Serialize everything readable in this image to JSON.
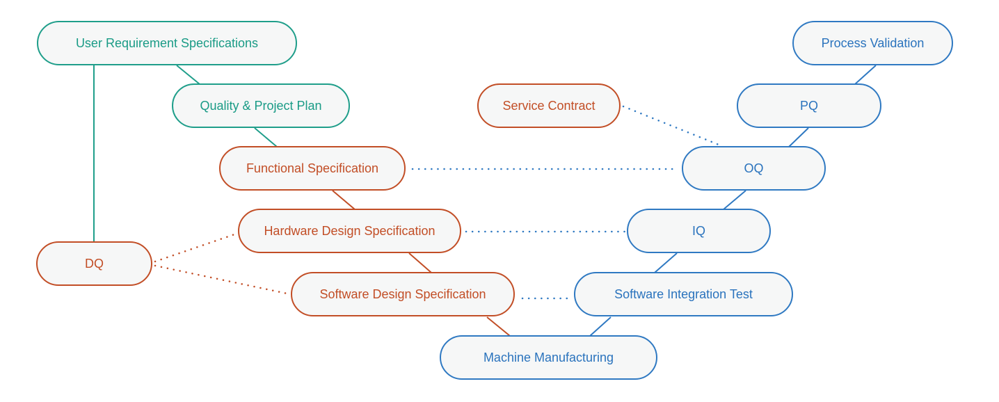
{
  "nodes": {
    "urs": "User Requirement Specifications",
    "qpp": "Quality & Project Plan",
    "fs": "Functional Specification",
    "hds": "Hardware Design Specification",
    "sds": "Software Design Specification",
    "mm": "Machine Manufacturing",
    "sit": "Software Integration Test",
    "iq": "IQ",
    "oq": "OQ",
    "pq": "PQ",
    "pv": "Process Validation",
    "sc": "Service Contract",
    "dq": "DQ"
  },
  "colors": {
    "teal": "#1f9e8a",
    "red": "#c24e26",
    "blue": "#2f79c2"
  }
}
